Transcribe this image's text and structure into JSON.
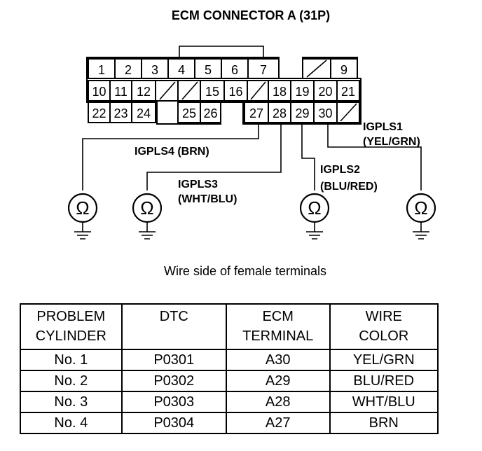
{
  "diagram": {
    "title": "ECM CONNECTOR A (31P)",
    "caption": "Wire side of female terminals",
    "connector": {
      "row1": [
        {
          "label": "1"
        },
        {
          "label": "2"
        },
        {
          "label": "3"
        },
        {
          "label": "4"
        },
        {
          "label": "5"
        },
        {
          "label": "6"
        },
        {
          "label": "7"
        },
        {
          "label": ""
        },
        {
          "label": "9"
        }
      ],
      "row2": [
        {
          "label": "10"
        },
        {
          "label": "11"
        },
        {
          "label": "12"
        },
        {
          "label": ""
        },
        {
          "label": "15"
        },
        {
          "label": "16"
        },
        {
          "label": "18"
        },
        {
          "label": "19"
        },
        {
          "label": "20"
        },
        {
          "label": "21"
        }
      ],
      "row3": [
        {
          "label": "22"
        },
        {
          "label": "23"
        },
        {
          "label": "24"
        },
        {
          "label": "25"
        },
        {
          "label": "26"
        },
        {
          "label": "27"
        },
        {
          "label": "28"
        },
        {
          "label": "29"
        },
        {
          "label": "30"
        },
        {
          "label": ""
        }
      ]
    },
    "signals": {
      "igpls1": {
        "name": "IGPLS1",
        "color": "(YEL/GRN)"
      },
      "igpls2": {
        "name": "IGPLS2",
        "color": "(BLU/RED)"
      },
      "igpls3": {
        "name": "IGPLS3",
        "color": "(WHT/BLU)"
      },
      "igpls4": {
        "name": "IGPLS4 (BRN)"
      }
    },
    "ohm_symbol": "Ω"
  },
  "table": {
    "headers": {
      "col1": [
        "PROBLEM",
        "CYLINDER"
      ],
      "col2": [
        "DTC"
      ],
      "col3": [
        "ECM",
        "TERMINAL"
      ],
      "col4": [
        "WIRE",
        "COLOR"
      ]
    },
    "rows": [
      {
        "cylinder": "No. 1",
        "dtc": "P0301",
        "terminal": "A30",
        "wire": "YEL/GRN"
      },
      {
        "cylinder": "No. 2",
        "dtc": "P0302",
        "terminal": "A29",
        "wire": "BLU/RED"
      },
      {
        "cylinder": "No. 3",
        "dtc": "P0303",
        "terminal": "A28",
        "wire": "WHT/BLU"
      },
      {
        "cylinder": "No. 4",
        "dtc": "P0304",
        "terminal": "A27",
        "wire": "BRN"
      }
    ]
  }
}
